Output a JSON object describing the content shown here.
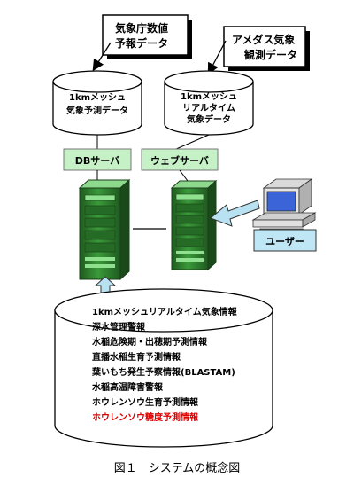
{
  "sources": {
    "jma": {
      "line1": "気象庁数値",
      "line2": "予報データ"
    },
    "amedas": {
      "line1": "アメダス気象",
      "line2": "観測データ"
    }
  },
  "databases": {
    "forecast": {
      "line1": "1kmメッシュ",
      "line2": "気象予測データ"
    },
    "realtime": {
      "line1": "1kmメッシュ",
      "line2": "リアルタイム",
      "line3": "気象データ"
    }
  },
  "servers": {
    "db_label": "DBサーバ",
    "web_label": "ウェブサーバ"
  },
  "user_label": "ユーザー",
  "info_list": [
    {
      "text": "1kmメッシュリアルタイム気象情報",
      "color": "#000000"
    },
    {
      "text": "深水管理警報",
      "color": "#000000"
    },
    {
      "text": "水稲危険期・出穂期予測情報",
      "color": "#000000"
    },
    {
      "text": "直播水稲生育予測情報",
      "color": "#000000"
    },
    {
      "text": "葉いもち発生予察情報(BLASTAM)",
      "color": "#000000"
    },
    {
      "text": "水稲高温障害警報",
      "color": "#000000"
    },
    {
      "text": "ホウレンソウ生育予測情報",
      "color": "#000000"
    },
    {
      "text": "ホウレンソウ糖度予測情報",
      "color": "#e00000"
    }
  ],
  "caption": "図１　システムの概念図",
  "colors": {
    "label_fill": "#c6f0c6",
    "server_dark": "#1f5a1f",
    "server_mid": "#2f8a2f",
    "server_light": "#6fd06f",
    "arrow_fill": "#b8e2f2",
    "user_fill": "#bfe6f5",
    "accent_red": "#e00000"
  }
}
